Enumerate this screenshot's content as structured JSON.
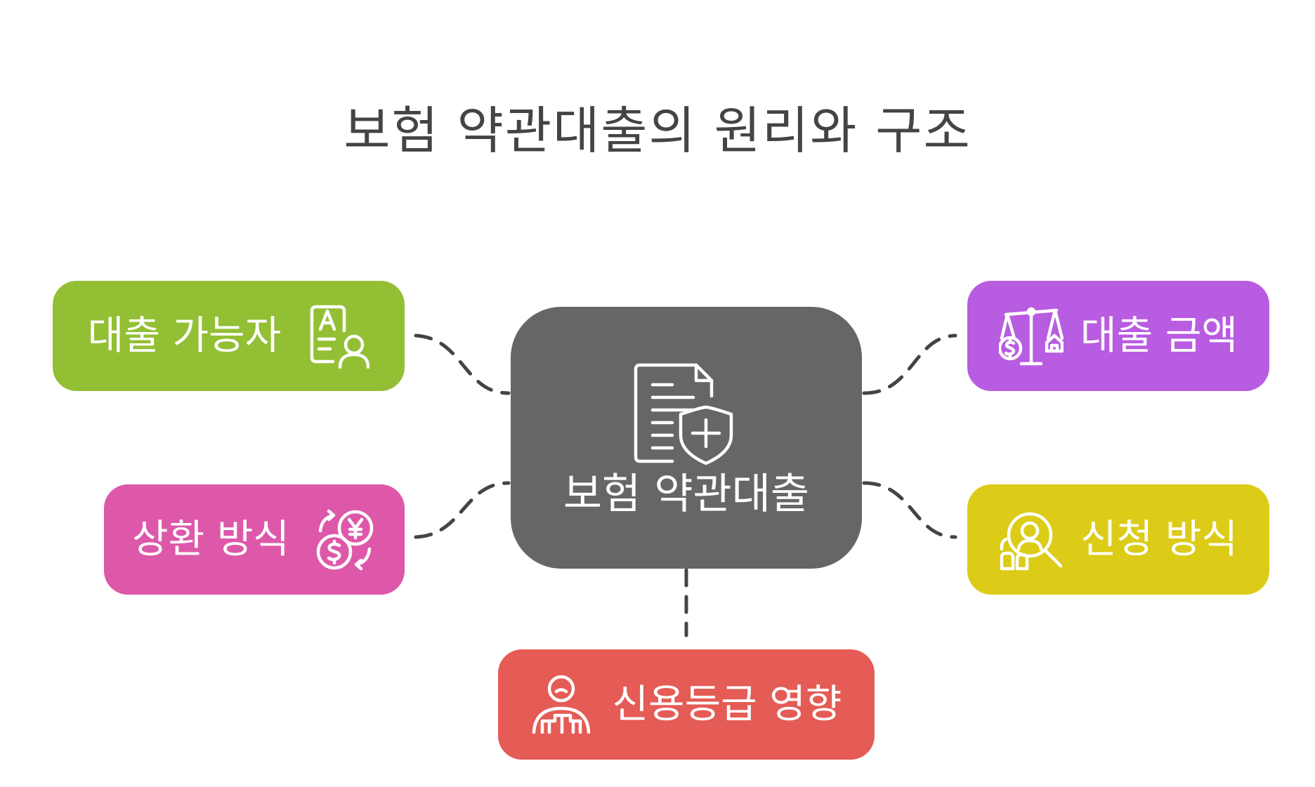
{
  "title": "보험 약관대출의 원리와 구조",
  "center": {
    "label": "보험 약관대출",
    "icon": "insurance-policy-icon",
    "color": "#666666"
  },
  "nodes": {
    "borrower": {
      "label": "대출 가능자",
      "icon": "applicant-id-icon",
      "color": "#93bf35"
    },
    "repayment": {
      "label": "상환 방식",
      "icon": "currency-exchange-icon",
      "color": "#dd58a9"
    },
    "amount": {
      "label": "대출 금액",
      "icon": "balance-scale-icon",
      "color": "#b85ce1"
    },
    "apply": {
      "label": "신청 방식",
      "icon": "search-icon",
      "color": "#dccb17"
    },
    "credit": {
      "label": "신용등급 영향",
      "icon": "credit-person-icon",
      "color": "#e55b55"
    }
  },
  "connector_color": "#444444"
}
